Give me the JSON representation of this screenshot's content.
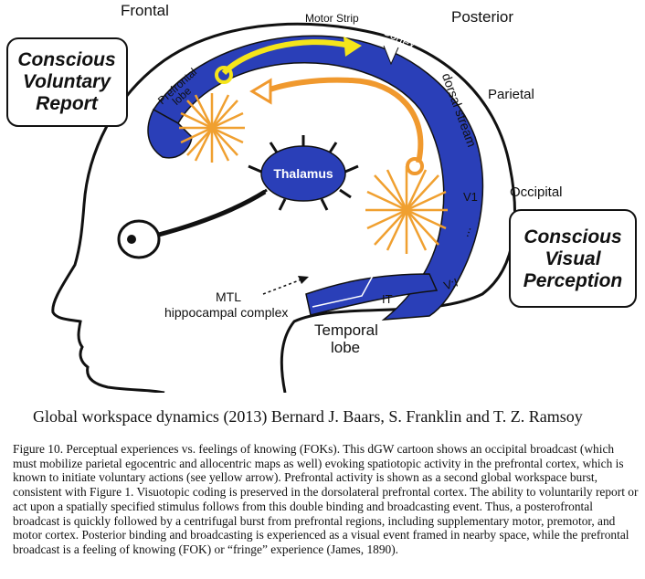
{
  "diagram": {
    "labels": {
      "frontal": "Frontal",
      "posterior": "Posterior",
      "motor_strip": "Motor Strip",
      "cortex": "Cortex",
      "prefrontal_line1": "Prefrontal",
      "prefrontal_line2": "lobe",
      "dorsal_stream": "dorsal stream",
      "parietal": "Parietal",
      "thalamus": "Thalamus",
      "v1": "V1",
      "occipital": "Occipital",
      "vi": "V:I",
      "it": "IT",
      "mtl_line1": "MTL",
      "mtl_line2": "hippocampal complex",
      "temporal_line1": "Temporal",
      "temporal_line2": "lobe",
      "ellipsis": "..."
    },
    "report_box": {
      "line1": "Conscious",
      "line2": "Voluntary",
      "line3": "Report"
    },
    "perception_box": {
      "line1": "Conscious",
      "line2": "Visual",
      "line3": "Perception"
    },
    "colors": {
      "cortex_blue": "#2a3fb8",
      "yellow_arrow": "#f5e51a",
      "orange_arrow": "#f0992e",
      "burst": "#f0a030"
    }
  },
  "citation": "Global workspace dynamics (2013) Bernard J. Baars, S. Franklin and T. Z. Ramsoy",
  "caption": "Figure 10. Perceptual experiences vs. feelings of knowing (FOKs). This dGW cartoon shows an occipital broadcast (which must mobilize parietal egocentric and allocentric maps as well) evoking spatiotopic activity in the prefrontal cortex, which is known to initiate voluntary actions (see yellow arrow). Prefrontal activity is shown as a second global workspace burst, consistent with Figure 1. Visuotopic coding is preserved in the dorsolateral prefrontal cortex. The ability to voluntarily report or act upon a spatially specified stimulus follows from this double binding and broadcasting event. Thus, a posterofrontal broadcast is quickly followed by a centrifugal burst from prefrontal regions, including supplementary motor, premotor, and motor cortex. Posterior binding and broadcasting is experienced as a visual event framed in nearby space, while the prefrontal broadcast is a feeling of knowing (FOK) or “fringe” experience (James, 1890)."
}
